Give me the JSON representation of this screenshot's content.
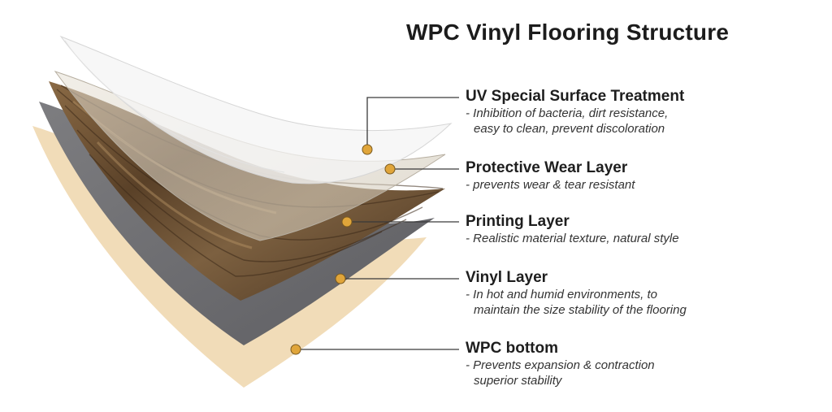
{
  "title": "WPC Vinyl Flooring Structure",
  "layers": [
    {
      "name": "UV Special Surface Treatment",
      "desc1": "- Inhibition of bacteria, dirt resistance,",
      "desc2": "easy to clean, prevent discoloration"
    },
    {
      "name": "Protective Wear Layer",
      "desc1": "- prevents wear & tear resistant"
    },
    {
      "name": "Printing Layer",
      "desc1": "- Realistic material texture, natural style"
    },
    {
      "name": "Vinyl Layer",
      "desc1": "- In hot and humid environments, to",
      "desc2": "maintain the size stability of the flooring"
    },
    {
      "name": "WPC bottom",
      "desc1": "- Prevents expansion & contraction",
      "desc2": "superior stability"
    }
  ],
  "colors": {
    "marker": "#e0a53a",
    "wpc_bottom": "#f1dcb8",
    "vinyl_layer": "#6e6e70",
    "printing_layer": "#6a4f33",
    "wear_layer": "#d8d2c6",
    "uv_layer": "#f3f3f3"
  }
}
